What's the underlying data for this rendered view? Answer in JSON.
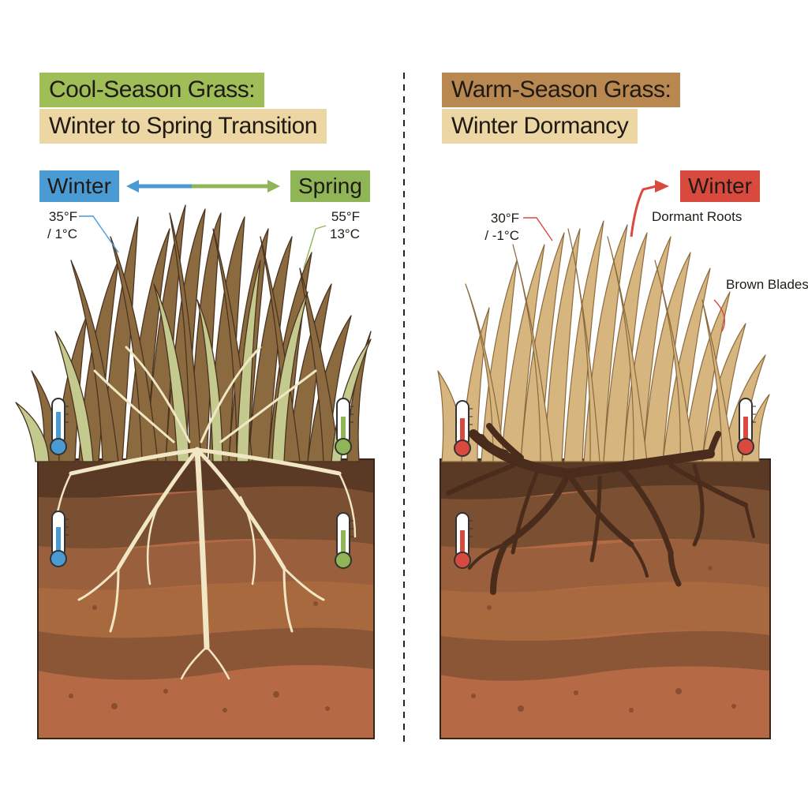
{
  "colors": {
    "cool_title_bg": "#9fbe58",
    "cool_sub_bg": "#ecd6a4",
    "warm_title_bg": "#b98750",
    "warm_sub_bg": "#ecd6a4",
    "winter_cool": "#4a9ad4",
    "spring": "#8fb557",
    "winter_warm": "#d94a3e",
    "soil_top": "#5a3a24",
    "soil_deep": "#b56a45",
    "cool_blades": "#8a6a3e",
    "warm_blades": "#d7b57e",
    "cool_roots": "#f1e7c4",
    "warm_roots": "#4a2c1c"
  },
  "cool": {
    "title": "Cool-Season Grass:",
    "subtitle": "Winter to Spring Transition",
    "winter_label": "Winter",
    "spring_label": "Spring",
    "winter_temp_f": "35°F",
    "winter_temp_c": "/ 1°C",
    "spring_temp_f": "55°F",
    "spring_temp_c": "13°C"
  },
  "warm": {
    "title": "Warm-Season Grass:",
    "subtitle": "Winter Dormancy",
    "winter_label": "Winter",
    "temp_f": "30°F",
    "temp_c": "/ -1°C",
    "dormant_roots_label": "Dormant Roots",
    "brown_blades_label": "Brown Blades"
  },
  "icons": {
    "arrow_double": "double-arrow-icon",
    "arrow_right": "arrow-right-icon",
    "thermometer": "thermometer-icon"
  }
}
